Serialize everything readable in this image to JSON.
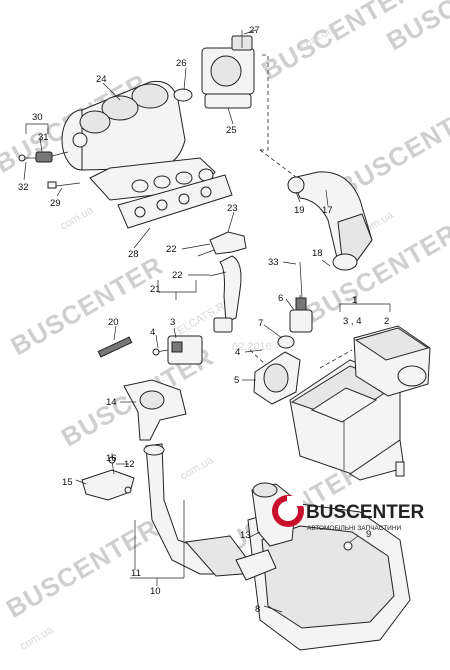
{
  "watermarks": {
    "brand": "BUSCENTER",
    "domain": "BUSCENTER.com.ua",
    "short": "com.ua",
    "date": "02.2016",
    "elcats": "ELCATS.RU"
  },
  "logo": {
    "name": "BUSCENTER",
    "tagline": "АВТОМОБІЛЬНІ ЗАПЧАСТИНИ"
  },
  "callouts": {
    "c1": "1",
    "c2": "2",
    "c3": "3",
    "c34": "3 , 4",
    "c4a": "4",
    "c4b": "4",
    "c5": "5",
    "c6": "6",
    "c7": "7",
    "c8": "8",
    "c9": "9",
    "c10": "10",
    "c11": "11",
    "c12": "12",
    "c13": "13",
    "c14": "14",
    "c15": "15",
    "c16": "16",
    "c17": "17",
    "c18": "18",
    "c19": "19",
    "c20": "20",
    "c21": "21",
    "c22a": "22",
    "c22b": "22",
    "c23": "23",
    "c24": "24",
    "c25": "25",
    "c26": "26",
    "c27": "27",
    "c28": "28",
    "c29": "29",
    "c30": "30",
    "c31": "31",
    "c32": "32",
    "c33": "33"
  },
  "colors": {
    "watermark": "#cfcfcf",
    "logo_red": "#c8102e",
    "ink": "#222222"
  }
}
